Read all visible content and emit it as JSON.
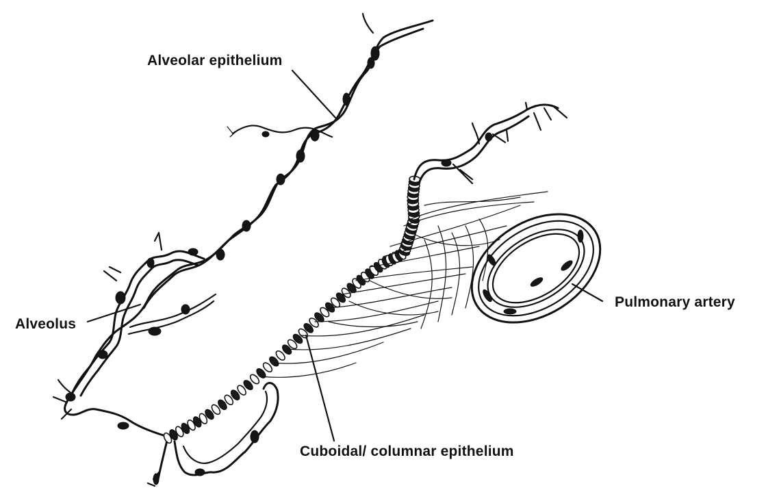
{
  "labels": {
    "alveolar_epithelium": "Alveolar epithelium",
    "alveolus": "Alveolus",
    "pulmonary_artery": "Pulmonary artery",
    "cuboidal_columnar_epithelium": "Cuboidal/ columnar epithelium"
  },
  "colors": {
    "background": "#ffffff",
    "ink": "#111111"
  }
}
